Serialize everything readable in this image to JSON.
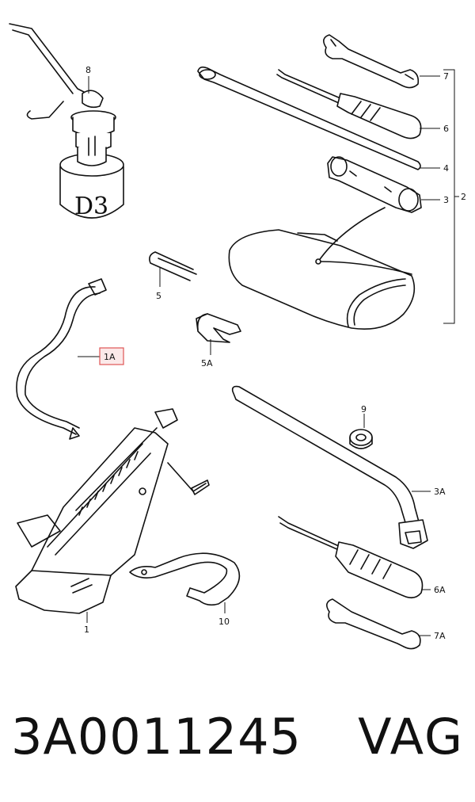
{
  "callouts": [
    {
      "id": "8",
      "text": "8"
    },
    {
      "id": "7",
      "text": "7"
    },
    {
      "id": "6",
      "text": "6"
    },
    {
      "id": "4",
      "text": "4"
    },
    {
      "id": "3",
      "text": "3"
    },
    {
      "id": "2",
      "text": "2"
    },
    {
      "id": "5",
      "text": "5"
    },
    {
      "id": "5A",
      "text": "5A"
    },
    {
      "id": "1A",
      "text": "1A",
      "highlighted": true
    },
    {
      "id": "9",
      "text": "9"
    },
    {
      "id": "3A",
      "text": "3A"
    },
    {
      "id": "6A",
      "text": "6A"
    },
    {
      "id": "1",
      "text": "1"
    },
    {
      "id": "10",
      "text": "10"
    },
    {
      "id": "7A",
      "text": "7A"
    }
  ],
  "can_marking": "D3",
  "highlight_color": "#e05555",
  "footer": {
    "part_number": "3A0011245",
    "brand": "VAG"
  }
}
